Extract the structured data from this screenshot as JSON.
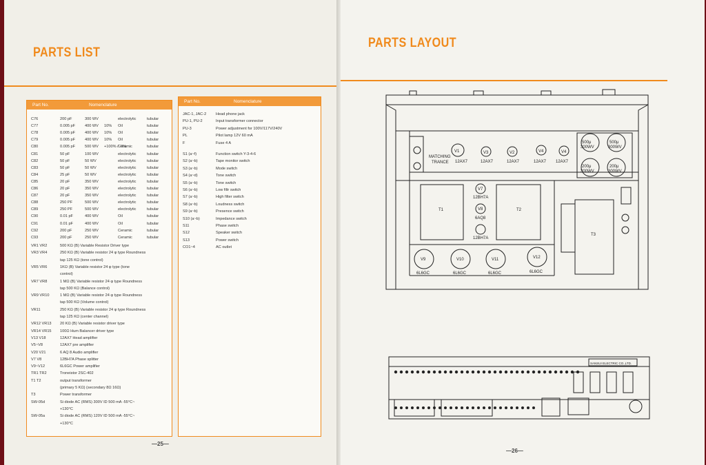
{
  "left": {
    "title": "PARTS LIST",
    "header": {
      "part_no": "Part No.",
      "nomenclature": "Nomenclature"
    },
    "capacitors": [
      {
        "id": "C76",
        "value": "200 pF",
        "volt": "300 WV",
        "tol": "",
        "type": "electrolytic",
        "shape": "tubular"
      },
      {
        "id": "C77",
        "value": "0.005 pF",
        "volt": "400 WV",
        "tol": "10%",
        "type": "Oil",
        "shape": "tubular"
      },
      {
        "id": "C78",
        "value": "0.005 pF",
        "volt": "400 WV",
        "tol": "10%",
        "type": "Oil",
        "shape": "tubular"
      },
      {
        "id": "C79",
        "value": "0.005 pF",
        "volt": "400 WV",
        "tol": "10%",
        "type": "Oil",
        "shape": "tubular"
      },
      {
        "id": "C80",
        "value": "0.005 pF",
        "volt": "500 WV",
        "tol": "+100% / -0%",
        "type": "Ceramic",
        "shape": "tubular"
      },
      {
        "id": "C81",
        "value": "50 pF",
        "volt": "100 WV",
        "tol": "",
        "type": "electrolytic",
        "shape": "tubular"
      },
      {
        "id": "C82",
        "value": "50 pF",
        "volt": "50 WV",
        "tol": "",
        "type": "electrolytic",
        "shape": "tubular"
      },
      {
        "id": "C83",
        "value": "50 pF",
        "volt": "50 WV",
        "tol": "",
        "type": "electrolytic",
        "shape": "tubular"
      },
      {
        "id": "C84",
        "value": "25 pF",
        "volt": "50 WV",
        "tol": "",
        "type": "electrolytic",
        "shape": "tubular"
      },
      {
        "id": "C85",
        "value": "20 pF",
        "volt": "350 WV",
        "tol": "",
        "type": "electrolytic",
        "shape": "tubular"
      },
      {
        "id": "C86",
        "value": "20 pF",
        "volt": "350 WV",
        "tol": "",
        "type": "electrolytic",
        "shape": "tubular"
      },
      {
        "id": "C87",
        "value": "20 pF",
        "volt": "350 WV",
        "tol": "",
        "type": "electrolytic",
        "shape": "tubular"
      },
      {
        "id": "C88",
        "value": "250 PF",
        "volt": "500 WV",
        "tol": "",
        "type": "electrolytic",
        "shape": "tubular"
      },
      {
        "id": "C89",
        "value": "250 PF",
        "volt": "500 WV",
        "tol": "",
        "type": "electrolytic",
        "shape": "tubular"
      },
      {
        "id": "C90",
        "value": "0.01 pF",
        "volt": "400 WV",
        "tol": "",
        "type": "Oil",
        "shape": "tubular"
      },
      {
        "id": "C91",
        "value": "0.01 pF",
        "volt": "400 WV",
        "tol": "",
        "type": "Oil",
        "shape": "tubular"
      },
      {
        "id": "C92",
        "value": "200 pF",
        "volt": "250 WV",
        "tol": "",
        "type": "Ceramic",
        "shape": "tubular"
      },
      {
        "id": "C93",
        "value": "200 pF",
        "volt": "250 WV",
        "tol": "",
        "type": "Ceramic",
        "shape": "tubular"
      }
    ],
    "others": [
      {
        "id": "VR1 VR2",
        "desc": "500 KΩ (B) Variable Resistor Driver type"
      },
      {
        "id": "VR3 VR4",
        "desc": "250 KΩ (B) Variable resistor 24 φ type Roundness"
      },
      {
        "id": "",
        "desc": "tap 125 KΩ (tone control)"
      },
      {
        "id": "VR5 VR6",
        "desc": "1KΩ (B) Variable resistor 24 φ type (tone"
      },
      {
        "id": "",
        "desc": "control)"
      },
      {
        "id": "VR7 VR8",
        "desc": "1 MΩ (B) Variable resistor 24 φ type Roundness"
      },
      {
        "id": "",
        "desc": "tap 500 KΩ (Balance control)"
      },
      {
        "id": "VR9 VR10",
        "desc": "1 MΩ (B) Variable resistor 24 φ type Roundness"
      },
      {
        "id": "",
        "desc": "tap 500 KΩ (Volume control)"
      },
      {
        "id": "VR11",
        "desc": "250 KΩ (B) Variable resistor 24 φ type Roundness"
      },
      {
        "id": "",
        "desc": "tap 125 KΩ (center channel)"
      },
      {
        "id": "VR12 VR13",
        "desc": "20 KΩ (B) Variable resistor driver type"
      },
      {
        "id": "VR14 VR15",
        "desc": "100Ω Hum Balancer driver type"
      },
      {
        "id": "V13 V18",
        "desc": "12AX7 Head amplifier"
      },
      {
        "id": "V5~V8",
        "desc": "12AX7 pre amplifier"
      },
      {
        "id": "V20 V21",
        "desc": "6 AQ 8 Audio amplifier"
      },
      {
        "id": "V7 V8",
        "desc": "12BH7A Phase splitter"
      },
      {
        "id": "V9~V12",
        "desc": "6L6GC Power amplifier"
      },
      {
        "id": "TR1 TR2",
        "desc": "Troneistor 2SC-402"
      },
      {
        "id": "T1 T2",
        "desc": "output transformer"
      },
      {
        "id": "",
        "desc": "(primary 5 KΩ) (secondary 8Ω 16Ω)"
      },
      {
        "id": "T3",
        "desc": "Power transformer"
      },
      {
        "id": "SW-05d",
        "desc": "Si diode AC (RMS) 300V ID 500 mA -55°C~"
      },
      {
        "id": "",
        "desc": "+130°C"
      },
      {
        "id": "SW-05a",
        "desc": "Si diode AC (RMS) 120V ID 500 mA -55°C~"
      },
      {
        "id": "",
        "desc": "+130°C"
      }
    ],
    "page_number": "—25—"
  },
  "middle": {
    "header": {
      "part_no": "Part No.",
      "nomenclature": "Nomenclature"
    },
    "rows": [
      {
        "id": "JAC-1, JAC-2",
        "desc": "Head phone jack"
      },
      {
        "id": "PU-1, PU-2",
        "desc": "Input transformer connector"
      },
      {
        "id": "PU-3",
        "desc": "Power adjustment for 100V/117V/240V"
      },
      {
        "id": "PL",
        "desc": "Pilot lamp 12V 60 mA"
      },
      {
        "id": "F",
        "desc": "Fuse 4 A"
      },
      {
        "id": "S1 (a~f)",
        "desc": "Function switch Y-3-4-6"
      },
      {
        "id": "S2 (a~b)",
        "desc": "Tape monitor switch"
      },
      {
        "id": "S3 (a~b)",
        "desc": "Mode switch"
      },
      {
        "id": "S4 (a~d)",
        "desc": "Tone switch"
      },
      {
        "id": "S5 (a~b)",
        "desc": "Tone switch"
      },
      {
        "id": "S6 (a~b)",
        "desc": "Low filtr switch"
      },
      {
        "id": "S7 (a~b)",
        "desc": "High filter switch"
      },
      {
        "id": "S8 (a~b)",
        "desc": "Loudness switch"
      },
      {
        "id": "S9 (a~b)",
        "desc": "Presence switch"
      },
      {
        "id": "S10 (a~b)",
        "desc": "Impedance switch"
      },
      {
        "id": "S11",
        "desc": "Phase switch"
      },
      {
        "id": "S12",
        "desc": "Speaker switch"
      },
      {
        "id": "S13",
        "desc": "Power switch"
      },
      {
        "id": "CO1~4",
        "desc": "AC outlet"
      }
    ]
  },
  "right": {
    "title": "PARTS LAYOUT",
    "labels": {
      "matching": "MATCHING",
      "trance": "TRANCE",
      "t1": "T1",
      "t2": "T2",
      "t3": "T3",
      "v1": "V1",
      "v3": "V3",
      "v2": "V2",
      "v4": "V4",
      "tube_12ax7": "12AX7",
      "v7": "V7",
      "v8": "V8",
      "t12bh7a": "12BH7A",
      "t6aq8": "6AQ8",
      "v9": "V9",
      "v10": "V10",
      "v11": "V11",
      "v12": "V12",
      "t6l6gc": "6L6GC",
      "cap1": "500μ",
      "cap2": "300WV",
      "cap3": "200μ",
      "cap4": "300WV",
      "rear_plate": "SANSUI ELECTRIC CO.,LTD."
    },
    "page_number": "—26—"
  },
  "colors": {
    "accent": "#f08a1c",
    "background": "#6e0f16"
  }
}
